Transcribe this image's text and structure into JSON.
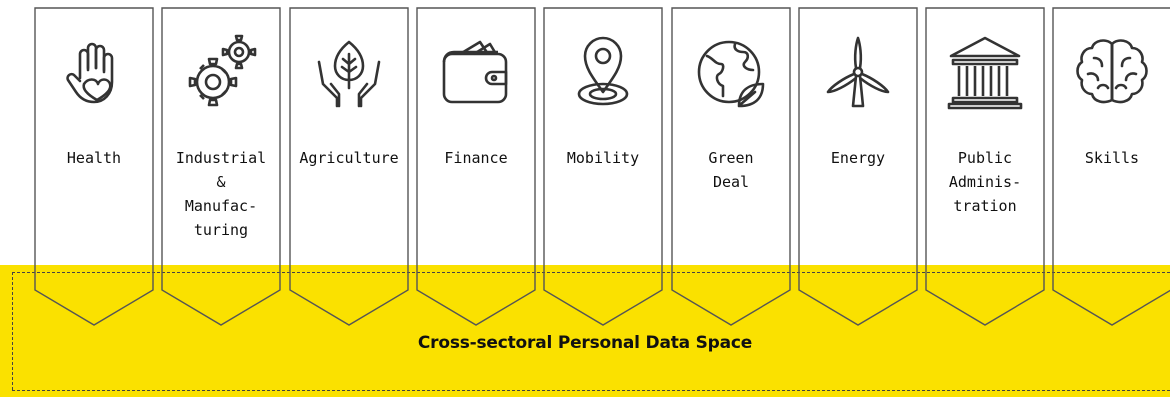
{
  "diagram": {
    "colors": {
      "band": "#fae100",
      "stroke": "#333333",
      "text": "#111111"
    },
    "sectors": [
      {
        "label": "Health",
        "icon": "heart-in-hand-icon"
      },
      {
        "label": "Industrial\n&\nManufac-\nturing",
        "icon": "gears-icon"
      },
      {
        "label": "Agriculture",
        "icon": "leaf-in-hands-icon"
      },
      {
        "label": "Finance",
        "icon": "wallet-icon"
      },
      {
        "label": "Mobility",
        "icon": "location-pin-icon"
      },
      {
        "label": "Green\nDeal",
        "icon": "globe-leaf-icon"
      },
      {
        "label": "Energy",
        "icon": "wind-turbine-icon"
      },
      {
        "label": "Public\nAdminis-\ntration",
        "icon": "government-building-icon"
      },
      {
        "label": "Skills",
        "icon": "brain-icon"
      }
    ],
    "footer": {
      "title": "Cross-sectoral Personal Data Space"
    }
  }
}
